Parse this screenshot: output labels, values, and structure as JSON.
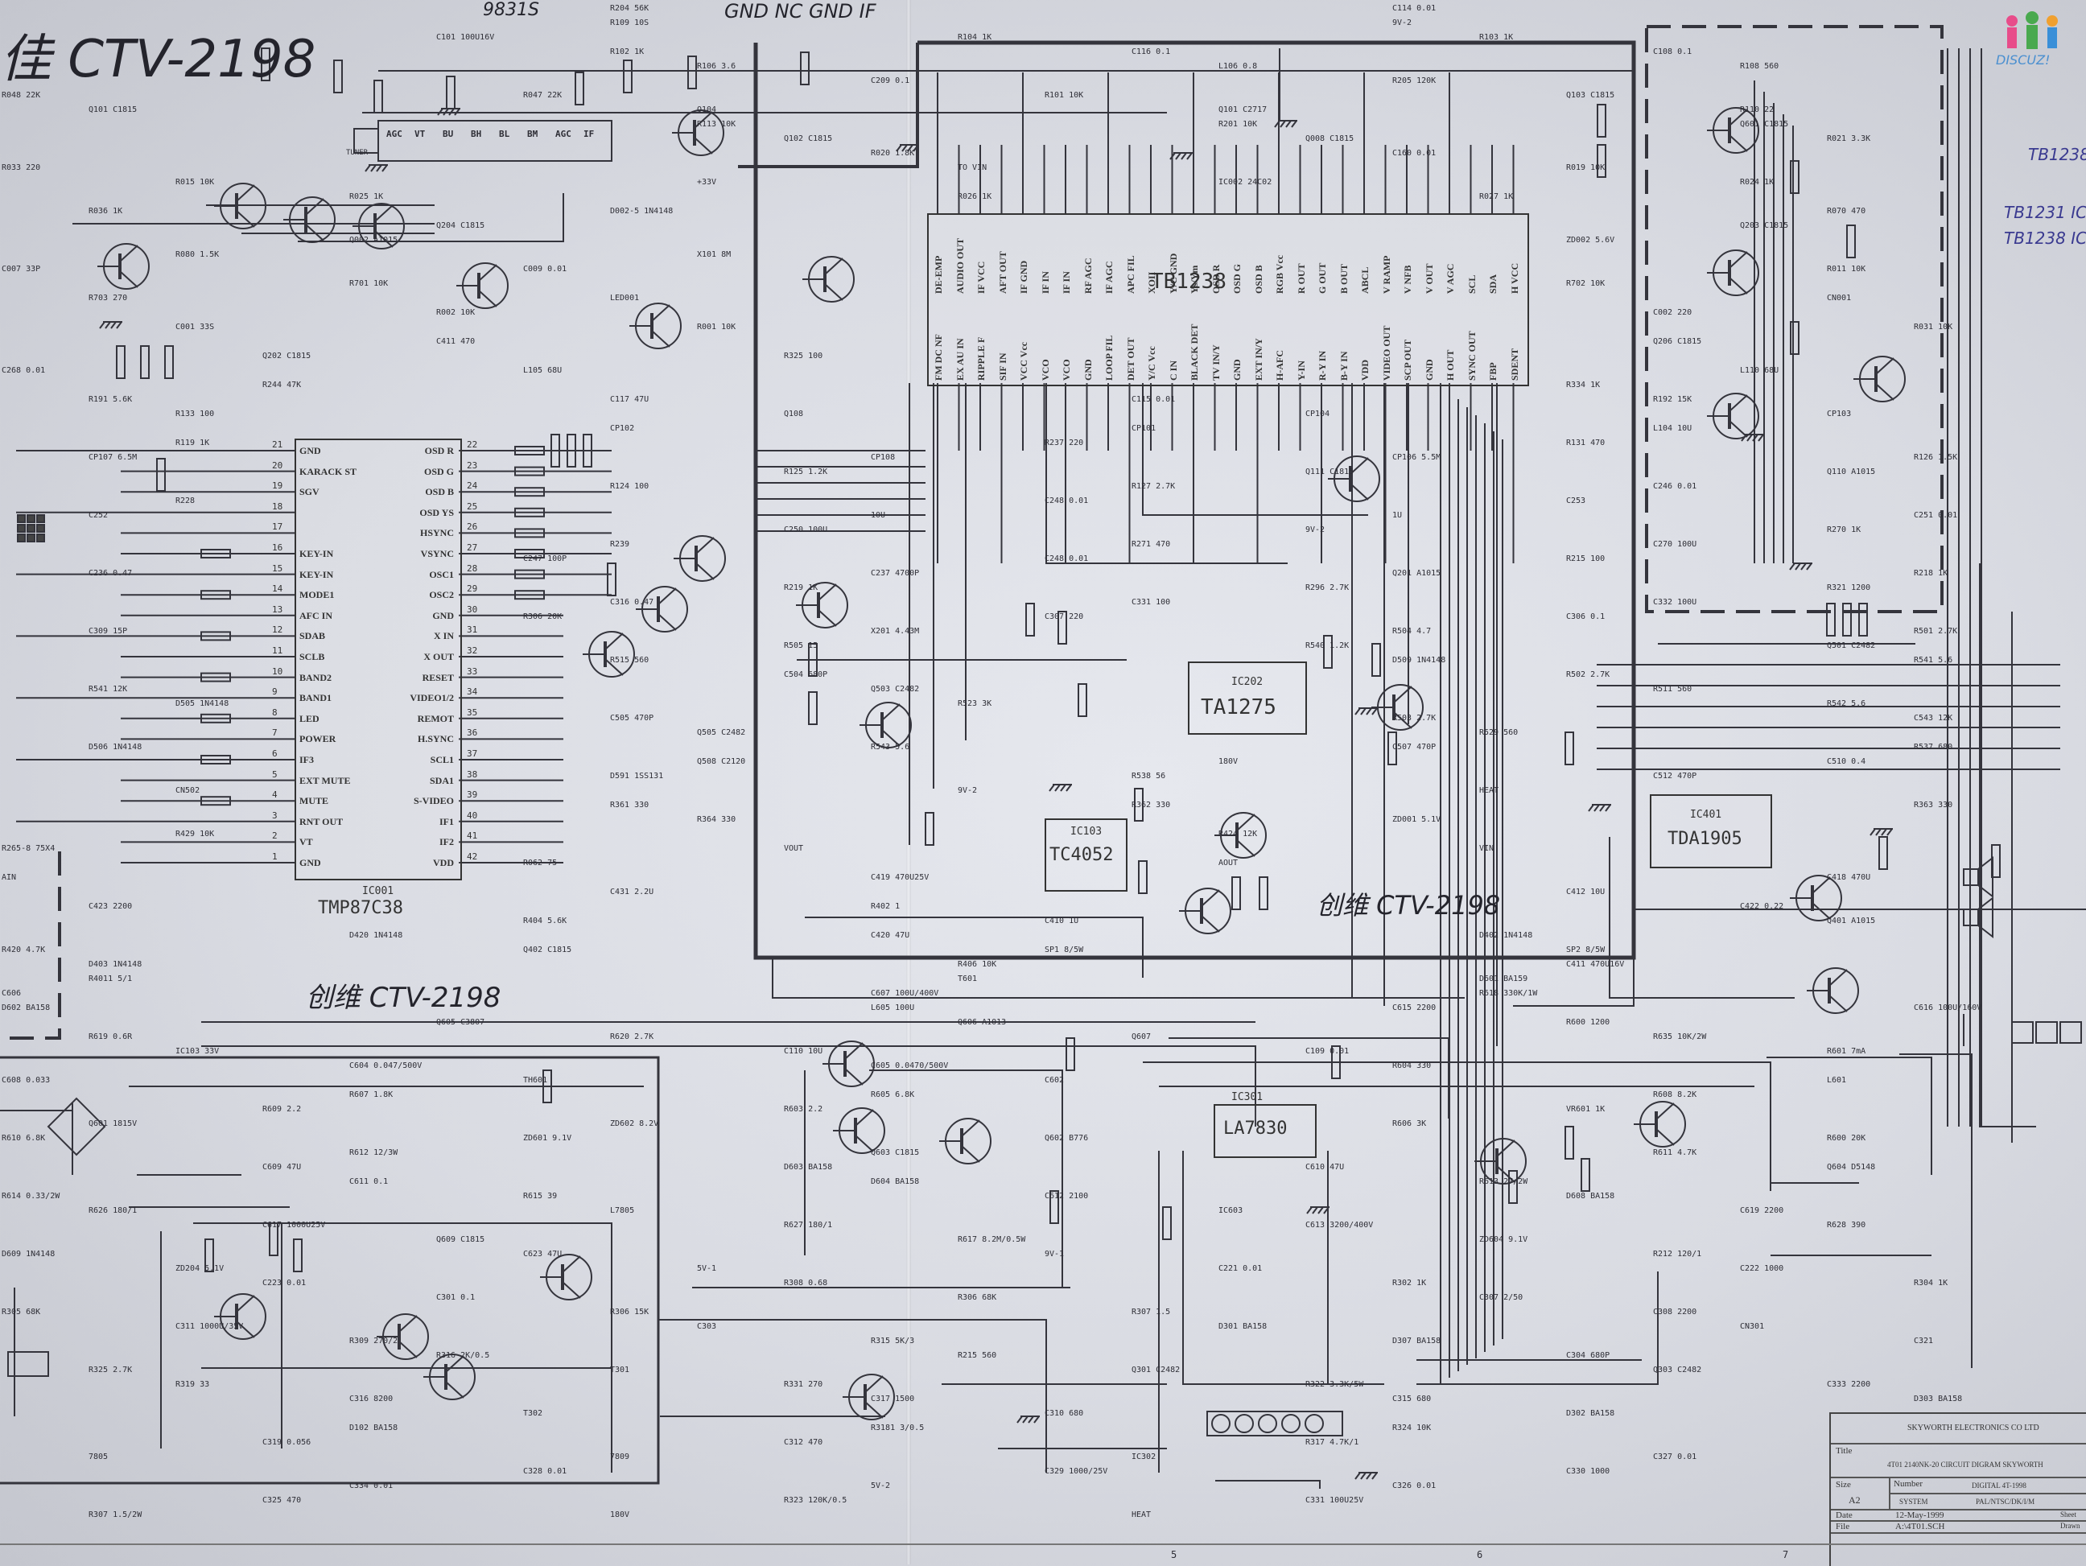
{
  "handwriting": {
    "title": "佳  CTV-2198",
    "top_note": "9831S",
    "top_note2": "GND NC GND IF",
    "note_left": "创维  CTV-2198",
    "note_center": "创维  CTV-2198",
    "side_note_1": "TB1238",
    "side_note_2": "TB1231  IC",
    "side_note_3": "TB1238  IC"
  },
  "logo": {
    "text": "DISCUZ!",
    "colors": [
      "#e84c8a",
      "#49a94f",
      "#f0a030",
      "#3a8fd8"
    ]
  },
  "tuner": {
    "label": "TUNER",
    "pins": [
      "AGC",
      "VT",
      "BU",
      "BH",
      "BL",
      "BM",
      "AGC",
      "IF"
    ]
  },
  "ic001": {
    "ref": "IC001",
    "name": "TMP87C38",
    "left_pins": [
      {
        "n": "21",
        "label": "GND"
      },
      {
        "n": "20",
        "label": "KARACK ST"
      },
      {
        "n": "19",
        "label": "SGV"
      },
      {
        "n": "18",
        "label": ""
      },
      {
        "n": "17",
        "label": ""
      },
      {
        "n": "16",
        "label": "KEY-IN"
      },
      {
        "n": "15",
        "label": "KEY-IN"
      },
      {
        "n": "14",
        "label": "MODE1"
      },
      {
        "n": "13",
        "label": "AFC IN"
      },
      {
        "n": "12",
        "label": "SDAB"
      },
      {
        "n": "11",
        "label": "SCLB"
      },
      {
        "n": "10",
        "label": "BAND2"
      },
      {
        "n": "9",
        "label": "BAND1"
      },
      {
        "n": "8",
        "label": "LED"
      },
      {
        "n": "7",
        "label": "POWER"
      },
      {
        "n": "6",
        "label": "IF3"
      },
      {
        "n": "5",
        "label": "EXT MUTE"
      },
      {
        "n": "4",
        "label": "MUTE"
      },
      {
        "n": "3",
        "label": "RNT OUT"
      },
      {
        "n": "2",
        "label": "VT"
      },
      {
        "n": "1",
        "label": "GND"
      }
    ],
    "right_pins": [
      {
        "n": "22",
        "label": "OSD R"
      },
      {
        "n": "23",
        "label": "OSD G"
      },
      {
        "n": "24",
        "label": "OSD B"
      },
      {
        "n": "25",
        "label": "OSD YS"
      },
      {
        "n": "26",
        "label": "HSYNC"
      },
      {
        "n": "27",
        "label": "VSYNC"
      },
      {
        "n": "28",
        "label": "OSC1"
      },
      {
        "n": "29",
        "label": "OSC2"
      },
      {
        "n": "30",
        "label": "GND"
      },
      {
        "n": "31",
        "label": "X IN"
      },
      {
        "n": "32",
        "label": "X OUT"
      },
      {
        "n": "33",
        "label": "RESET"
      },
      {
        "n": "34",
        "label": "VIDEO1/2"
      },
      {
        "n": "35",
        "label": "REMOT"
      },
      {
        "n": "36",
        "label": "H.SYNC"
      },
      {
        "n": "37",
        "label": "SCL1"
      },
      {
        "n": "38",
        "label": "SDA1"
      },
      {
        "n": "39",
        "label": "S-VIDEO"
      },
      {
        "n": "40",
        "label": "IF1"
      },
      {
        "n": "41",
        "label": "IF2"
      },
      {
        "n": "42",
        "label": "VDD"
      }
    ]
  },
  "tb1238": {
    "name": "TB1238",
    "top_pins": [
      "DE-EMP",
      "AUDIO OUT",
      "IF VCC",
      "AFT OUT",
      "IF GND",
      "IF IN",
      "IF IN",
      "RF AGC",
      "IF AGC",
      "APC FIL",
      "XOII",
      "Y/C GND",
      "Ys/Ym",
      "OSD R",
      "OSD G",
      "OSD B",
      "RGB Vcc",
      "R OUT",
      "G OUT",
      "B OUT",
      "ABCL",
      "V RAMP",
      "V NFB",
      "V OUT",
      "V AGC",
      "SCL",
      "SDA",
      "H VCC"
    ],
    "bottom_pins": [
      "FM DC NF",
      "EX AU IN",
      "RIPPLE F",
      "SIF IN",
      "VCC Vcc",
      "VCO",
      "VCO",
      "GND",
      "LOOP FIL",
      "DET OUT",
      "Y/C Vcc",
      "C IN",
      "BLACK DET",
      "TV IN/Y",
      "GND",
      "EXT IN/Y",
      "H-AFC",
      "Y-IN",
      "R-Y IN",
      "B-Y IN",
      "VDD",
      "VIDEO OUT",
      "SCP OUT",
      "GND",
      "H OUT",
      "SYNC OUT",
      "FBP",
      "SDENT"
    ]
  },
  "ics": [
    {
      "ref": "IC202",
      "name": "TA1275"
    },
    {
      "ref": "IC103",
      "name": "TC4052"
    },
    {
      "ref": "IC401",
      "name": "TDA1905"
    },
    {
      "ref": "IC301",
      "name": "LA7830"
    }
  ],
  "components": [
    "R204 56K",
    "C114 0.01",
    "R109 10S",
    "9V-2",
    "C101 100U16V",
    "R104 1K",
    "R103 1K",
    "R102 1K",
    "C116 0.1",
    "C108 0.1",
    "R106 3.6",
    "L106 0.8",
    "R108 560",
    "C209 0.1",
    "R205 120K",
    "R048 22K",
    "R047 22K",
    "R101 10K",
    "Q103 C1815",
    "Q101 C1815",
    "Q104",
    "Q101 C2717",
    "R110 22",
    "R113 10K",
    "R201 10K",
    "Q601 C1815",
    "Q102 C1815",
    "Q008 C1815",
    "R021 3.3K",
    "R020 1.8K",
    "C160 0.01",
    "R033 220",
    "TO VIN",
    "R019 10K",
    "R015 10K",
    "+33V",
    "IC002 24C02",
    "R024 1K",
    "R025 1K",
    "R026 1K",
    "R027 1K",
    "R036 1K",
    "D002-5 1N4148",
    "R070 470",
    "Q204 C1815",
    "Q203 C1815",
    "Q002 A1015",
    "ZD002 5.6V",
    "R080 1.5K",
    "X101 8M",
    "C007 33P",
    "C009 0.01",
    "R011 10K",
    "R701 10K",
    "R702 10K",
    "R703 270",
    "LED001",
    "CN001",
    "R002 10K",
    "C002 220",
    "C001 33S",
    "R001 10K",
    "R031 10K",
    "C411 470",
    "Q206 C1815",
    "Q202 C1815",
    "R325 100",
    "C268 0.01",
    "L105 68U",
    "L110 68U",
    "R244 47K",
    "R334 1K",
    "R191 5.6K",
    "C117 47U",
    "C115 0.01",
    "R192 15K",
    "R133 100",
    "Q108",
    "CP104",
    "CP103",
    "CP102",
    "CP101",
    "L104 10U",
    "R119 1K",
    "R237 220",
    "R131 470",
    "CP107 6.5M",
    "CP108",
    "CP106 5.5M",
    "R126 1.5K",
    "R125 1.2K",
    "Q111 C1815",
    "Q110 A1015",
    "R124 100",
    "R127 2.7K",
    "C246 0.01",
    "R228",
    "C248 0.01",
    "C253",
    "C252",
    "10U",
    "1U",
    "C251 0.01",
    "C250 100U",
    "9V-2",
    "R270 1K",
    "R239",
    "R271 470",
    "C270 100U",
    "C247 100P",
    "C248 0.01",
    "R215 100",
    "C236 0.47",
    "C237 4700P",
    "Q201 A1015",
    "R218 1K",
    "R219 1K",
    "R296 2.7K",
    "R321 1200",
    "C316 0.47",
    "C331 100",
    "C332 100U",
    "R306 20K",
    "C307 220",
    "C306 0.1",
    "C309 15P",
    "X201 4.43M",
    "R504 4.7",
    "R501 2.7K",
    "R505 15",
    "R540 1.2K",
    "Q501 C2482",
    "R515 560",
    "D509 1N4148",
    "R541 5.6",
    "C504 680P",
    "R502 2.7K",
    "R541 12K",
    "Q503 C2482",
    "R511 560",
    "D505 1N4148",
    "R523 3K",
    "R542 5.6",
    "C505 470P",
    "R503 2.7K",
    "C543 12K",
    "Q505 C2482",
    "R529 560",
    "D506 1N4148",
    "R543 5.6",
    "C507 470P",
    "R537 680",
    "Q508 C2120",
    "180V",
    "C510 0.4",
    "D591 1SS131",
    "R538 56",
    "C512 470P",
    "CN502",
    "9V-2",
    "HEAT",
    "R361 330",
    "R362 330",
    "R363 330",
    "R364 330",
    "ZD001 5.1V",
    "R429 10K",
    "R424 12K",
    "R265-8 75X4",
    "VOUT",
    "VIN",
    "R062 75",
    "AOUT",
    "AIN",
    "C419 470U25V",
    "C418 470U",
    "C431 2.2U",
    "C412 10U",
    "C423 2200",
    "R402 1",
    "C422 0.22",
    "R404 5.6K",
    "C410 1U",
    "Q401 A1015",
    "D420 1N4148",
    "C420 47U",
    "D402 1N4148",
    "R420 4.7K",
    "Q402 C1815",
    "SP1 8/5W",
    "SP2 8/5W",
    "D403 1N4148",
    "R406 10K",
    "C411 470U16V",
    "R4011 5/1",
    "T601",
    "D601 BA159",
    "C606",
    "C607 100U/400V",
    "R618 330K/1W",
    "D602 BA158",
    "L605 100U",
    "C615 2200",
    "C616 100U/160V",
    "Q605 C3807",
    "Q606 A1013",
    "R600 1200",
    "R619 0.6R",
    "R620 2.7K",
    "Q607",
    "R635 10K/2W",
    "IC103 33V",
    "C110 10U",
    "C109 0.01",
    "R601 7mA",
    "C604 0.047/500V",
    "C605 0.0470/500V",
    "R604 330",
    "C608 0.033",
    "TH601",
    "C602",
    "L601",
    "R607 1.8K",
    "R605 6.8K",
    "R608 8.2K",
    "R609 2.2",
    "R603 2.2",
    "VR601 1K",
    "Q601 1815V",
    "ZD602 8.2V",
    "R606 3K",
    "R610 6.8K",
    "ZD601 9.1V",
    "Q602 B776",
    "R600 20K",
    "R612 12/3W",
    "Q603 C1815",
    "R611 4.7K",
    "C609 47U",
    "D603 BA158",
    "C610 47U",
    "Q604 D5148",
    "C611 0.1",
    "D604 BA158",
    "R613 27/2W",
    "R614 0.33/2W",
    "R615 39",
    "C612 2100",
    "D608 BA158",
    "R626 180/1",
    "L7805",
    "IC603",
    "C619 2200",
    "C617 1000U25V",
    "R627 180/1",
    "C613 3200/400V",
    "R628 390",
    "Q609 C1815",
    "R617 8.2M/0.5W",
    "ZD604 9.1V",
    "D609 1N4148",
    "C623 47U",
    "9V-1",
    "R212 120/1",
    "ZD204 5.1V",
    "5V-1",
    "C221 0.01",
    "C222 1000",
    "C223 0.01",
    "R308 0.68",
    "R302 1K",
    "R304 1K",
    "C301 0.1",
    "R306 68K",
    "C307 2/50",
    "R305 68K",
    "R306 15K",
    "R307 1.5",
    "C308 2200",
    "C311 1000U/35V",
    "C303",
    "D301 BA158",
    "CN301",
    "R309 270/2",
    "R315 5K/3",
    "D307 BA158",
    "C321",
    "R316 2K/0.5",
    "R215 560",
    "C304 680P",
    "R325 2.7K",
    "T301",
    "Q301 C2482",
    "Q303 C2482",
    "R319 33",
    "R331 270",
    "R322 3.3K/5W",
    "C333 2200",
    "C316 8200",
    "C317 1500",
    "C315 680",
    "D303 BA158",
    "T302",
    "C310 680",
    "D302 BA158",
    "D102 BA158",
    "R3181 3/0.5",
    "R324 10K",
    "C319 0.056",
    "C312 470",
    "R317 4.7K/1",
    "7805",
    "7809",
    "IC302",
    "C327 0.01",
    "C328 0.01",
    "C329 1000/25V",
    "C330 1000",
    "C334 0.01",
    "5V-2",
    "C326 0.01",
    "C325 470",
    "R323 120K/0.5",
    "C331 100U25V",
    "R307 1.5/2W",
    "180V",
    "HEAT"
  ],
  "title_block": {
    "company": "SKYWORTH  ELECTRONICS  CO   LTD",
    "title_label": "Title",
    "title": "4T01 2140NK-20 CIRCUIT  DIGRAM   SKYWORTH",
    "size_label": "Size",
    "size": "A2",
    "number_label": "Number",
    "number": "DIGITAL  4T-1998",
    "system_label": "SYSTEM",
    "system": "PAL/NTSC/DK/I/M",
    "date_label": "Date",
    "date": "12-May-1999",
    "file_label": "File",
    "file": "A:\\4T01.SCH",
    "sheet_label": "Sheet",
    "drawn_label": "Drawn"
  },
  "ruler": [
    "5",
    "6",
    "7"
  ]
}
